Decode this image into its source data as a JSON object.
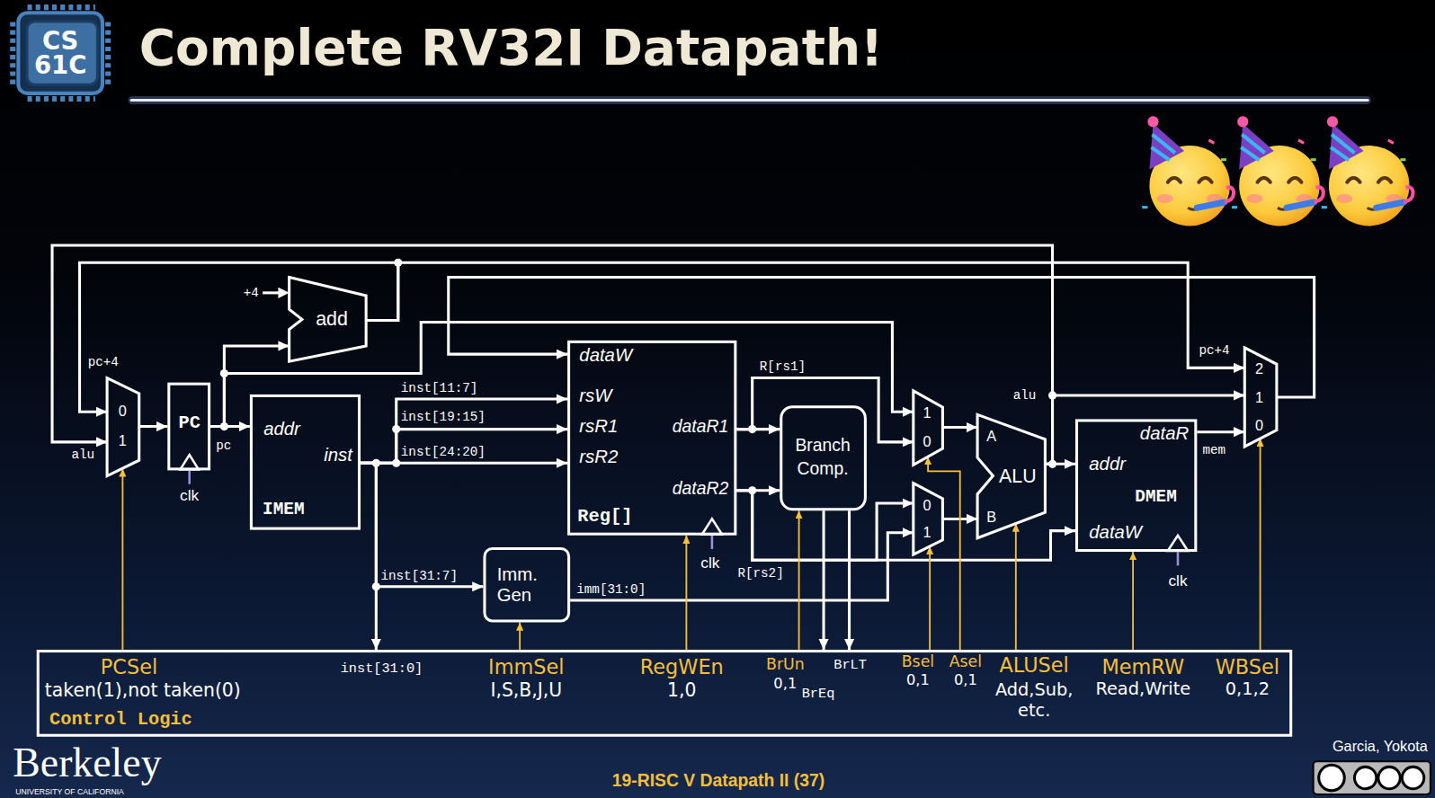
{
  "diagram": {
    "title": "Complete RV32I Datapath!",
    "nodes": [
      {
        "text": [
          "CS 61C"
        ]
      },
      {
        "text": [
          "0",
          "1"
        ]
      },
      {
        "text": [
          "PC"
        ]
      },
      {
        "text": [
          "add"
        ]
      },
      {
        "text": [
          "addr",
          "inst",
          "IMEM"
        ]
      },
      {
        "text": [
          "dataW",
          "rsW",
          "rsR1",
          "rsR2",
          "dataR1",
          "dataR2",
          "Reg[]"
        ]
      },
      {
        "text": [
          "Imm. Gen"
        ]
      },
      {
        "text": [
          "Branch Comp."
        ]
      },
      {
        "text": [
          "1",
          "0"
        ]
      },
      {
        "text": [
          "0",
          "1"
        ]
      },
      {
        "text": [
          "A",
          "ALU",
          "B"
        ]
      },
      {
        "text": [
          "dataR",
          "addr",
          "DMEM",
          "dataW"
        ]
      },
      {
        "text": [
          "2",
          "1",
          "0"
        ]
      },
      {
        "text": [
          "PCSel",
          "taken(1),not taken(0)",
          "Control Logic",
          "inst[31:0]",
          "ImmSel",
          "I,S,B,J,U",
          "RegWEn",
          "1,0",
          "BrUn",
          "0,1",
          "BrLT",
          "BrEq",
          "Bsel",
          "0,1",
          "Asel",
          "0,1",
          "ALUSel",
          "Add,Sub, etc.",
          "MemRW",
          "Read,Write",
          "WBSel",
          "0,1,2"
        ]
      }
    ],
    "edges": [
      {
        "from": 1,
        "to": 2,
        "arrow": "to"
      },
      {
        "from": 2,
        "to": 4,
        "arrow": "to",
        "label": "pc"
      },
      {
        "from": 2,
        "to": 3,
        "arrow": "to"
      },
      {
        "from": 3,
        "to": 1,
        "arrow": "to",
        "label": "pc+4"
      },
      {
        "from": 3,
        "to": 12,
        "arrow": "to",
        "label": "pc+4"
      },
      {
        "from": 2,
        "to": 8,
        "arrow": "to"
      },
      {
        "from": 4,
        "to": 5,
        "arrow": "to",
        "label": "inst[11:7]"
      },
      {
        "from": 4,
        "to": 5,
        "arrow": "to",
        "label": "inst[19:15]"
      },
      {
        "from": 4,
        "to": 5,
        "arrow": "to",
        "label": "inst[24:20]"
      },
      {
        "from": 4,
        "to": 6,
        "arrow": "to",
        "label": "inst[31:7]"
      },
      {
        "from": 4,
        "to": 13,
        "arrow": "to"
      },
      {
        "from": 5,
        "to": 7,
        "arrow": "to"
      },
      {
        "from": 5,
        "to": 8,
        "arrow": "to",
        "label": "R[rs1]"
      },
      {
        "from": 5,
        "to": 7,
        "arrow": "to"
      },
      {
        "from": 5,
        "to": 9,
        "arrow": "to",
        "label": "R[rs2]"
      },
      {
        "from": 5,
        "to": 11,
        "arrow": "to"
      },
      {
        "from": 6,
        "to": 9,
        "arrow": "to",
        "label": "imm[31:0]"
      },
      {
        "from": 8,
        "to": 10,
        "arrow": "to"
      },
      {
        "from": 9,
        "to": 10,
        "arrow": "to"
      },
      {
        "from": 10,
        "to": 11,
        "arrow": "to"
      },
      {
        "from": 10,
        "to": 12,
        "arrow": "to",
        "label": "alu"
      },
      {
        "from": 10,
        "to": 1,
        "arrow": "to",
        "label": "alu"
      },
      {
        "from": 11,
        "to": 12,
        "arrow": "to",
        "label": "mem"
      },
      {
        "from": 12,
        "to": 5,
        "arrow": "to"
      },
      {
        "from": 7,
        "to": 13,
        "arrow": "to"
      },
      {
        "from": 7,
        "to": 13,
        "arrow": "to"
      },
      {
        "from": 13,
        "to": 1,
        "arrow": "to"
      },
      {
        "from": 13,
        "to": 6,
        "arrow": "to"
      },
      {
        "from": 13,
        "to": 5,
        "arrow": "to"
      },
      {
        "from": 13,
        "to": 7,
        "arrow": "to"
      },
      {
        "from": 13,
        "to": 9,
        "arrow": "to"
      },
      {
        "from": 13,
        "to": 8,
        "arrow": "to"
      },
      {
        "from": 13,
        "to": 10,
        "arrow": "to"
      },
      {
        "from": 13,
        "to": 11,
        "arrow": "to"
      },
      {
        "from": 13,
        "to": 12,
        "arrow": "to"
      }
    ],
    "labels": [
      "+4",
      "clk",
      "clk",
      "clk",
      "Berkeley",
      "UNIVERSITY OF CALIFORNIA",
      "19-RISC V Datapath II (37)",
      "Garcia, Yokota"
    ]
  }
}
